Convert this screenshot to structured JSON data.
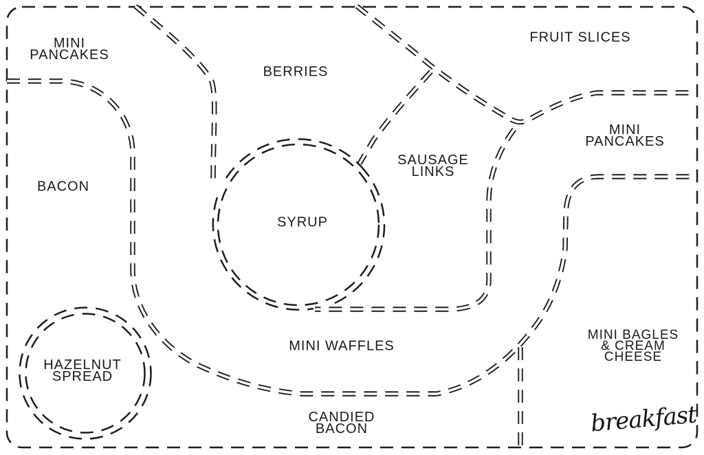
{
  "palette": {
    "line": "#1c1c1c",
    "background": "#ffffff",
    "text": "#1a1a1a"
  },
  "regions": [
    {
      "id": "mini-pancakes-top-left",
      "lines": [
        "MINI",
        "PANCAKES"
      ]
    },
    {
      "id": "berries",
      "lines": [
        "BERRIES"
      ]
    },
    {
      "id": "fruit-slices",
      "lines": [
        "FRUIT SLICES"
      ]
    },
    {
      "id": "mini-pancakes-right",
      "lines": [
        "MINI",
        "PANCAKES"
      ]
    },
    {
      "id": "bacon",
      "lines": [
        "BACON"
      ]
    },
    {
      "id": "sausage-links",
      "lines": [
        "SAUSAGE",
        "LINKS"
      ]
    },
    {
      "id": "syrup",
      "lines": [
        "SYRUP"
      ]
    },
    {
      "id": "hazelnut-spread",
      "lines": [
        "HAZELNUT",
        "SPREAD"
      ]
    },
    {
      "id": "mini-waffles",
      "lines": [
        "MINI WAFFLES"
      ]
    },
    {
      "id": "candied-bacon",
      "lines": [
        "CANDIED",
        "BACON"
      ]
    },
    {
      "id": "mini-bagles-cream-cheese",
      "lines": [
        "MINI BAGLES",
        "& CREAM",
        "CHEESE"
      ]
    }
  ],
  "signature": {
    "text": "breakfast"
  }
}
